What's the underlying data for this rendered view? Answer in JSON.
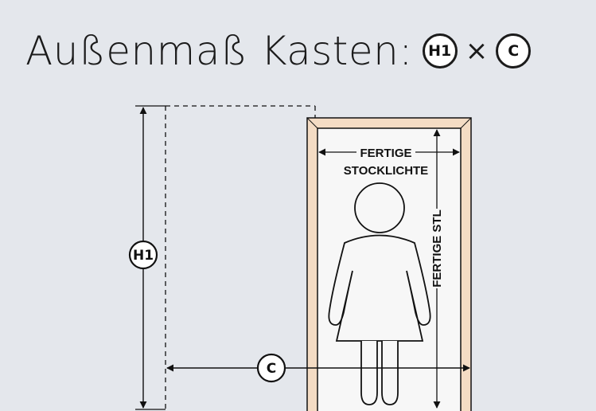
{
  "title": {
    "text": "Außenmaß Kasten:",
    "formula": {
      "left": "H1",
      "operator": "×",
      "right": "C"
    }
  },
  "diagram": {
    "h1_label": "H1",
    "c_label": "C",
    "clear_width_label_line1": "FERTIGE",
    "clear_width_label_line2": "STOCKLICHTE",
    "clear_height_label": "FERTIGE STL",
    "colors": {
      "background": "#e4e7ec",
      "frame_fill": "#f4dcc4",
      "opening_fill": "#f7f7f7",
      "line": "#111111"
    }
  }
}
